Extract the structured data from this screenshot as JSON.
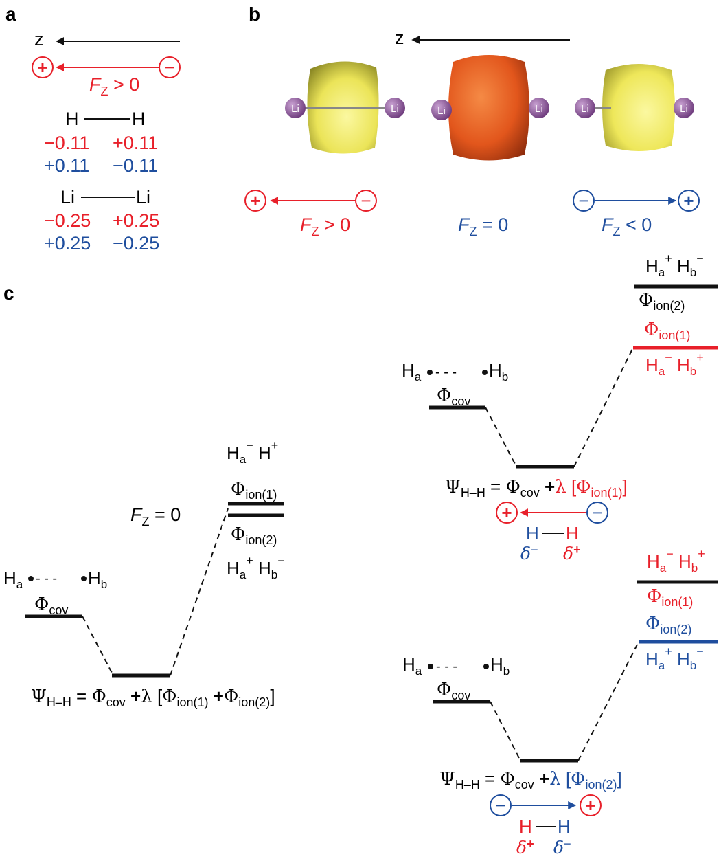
{
  "colors": {
    "black": "#111111",
    "red": "#e8202a",
    "blue": "#1f4e9e",
    "yellow": "#f2ee6a",
    "orange": "#e85a1e",
    "lithium": "#8a4f96"
  },
  "panel_a": {
    "label": "a",
    "axis_label": "z",
    "plus": "+",
    "minus": "−",
    "field_F": "F",
    "field_sub": "Z",
    "field_rel": " > 0",
    "hh_left": "H",
    "hh_right": "H",
    "hh_red_left": "−0.11",
    "hh_red_right": "+0.11",
    "hh_blue_left": "+0.11",
    "hh_blue_right": "−0.11",
    "lili_left": "Li",
    "lili_right": "Li",
    "lili_red_left": "−0.25",
    "lili_red_right": "+0.25",
    "lili_blue_left": "+0.25",
    "lili_blue_right": "−0.25"
  },
  "panel_b": {
    "label": "b",
    "axis_label": "z",
    "atom": "Li",
    "plus": "+",
    "minus": "−",
    "fz": "F",
    "sub": "Z",
    "rel_pos": " > 0",
    "rel_zero": " = 0",
    "rel_neg": " < 0"
  },
  "panel_c": {
    "label": "c",
    "H": "H",
    "a": "a",
    "b": "b",
    "bond_dots": "- - -",
    "Phi": "Φ",
    "cov": "cov",
    "ion1": "ion(1)",
    "ion2": "ion(2)",
    "sup_minus": "−",
    "sup_plus": "+",
    "Psi": "Ψ",
    "HH": "H–H",
    "eq": " = ",
    "plus_op": " +",
    "lambda": "λ",
    "open_br": " [",
    "close_br": "]",
    "field_F": "F",
    "field_sub": "Z",
    "field_zero": " = 0",
    "plus": "+",
    "minus": "−",
    "delta": "δ",
    "hh_left": "H",
    "hh_right": "H"
  }
}
